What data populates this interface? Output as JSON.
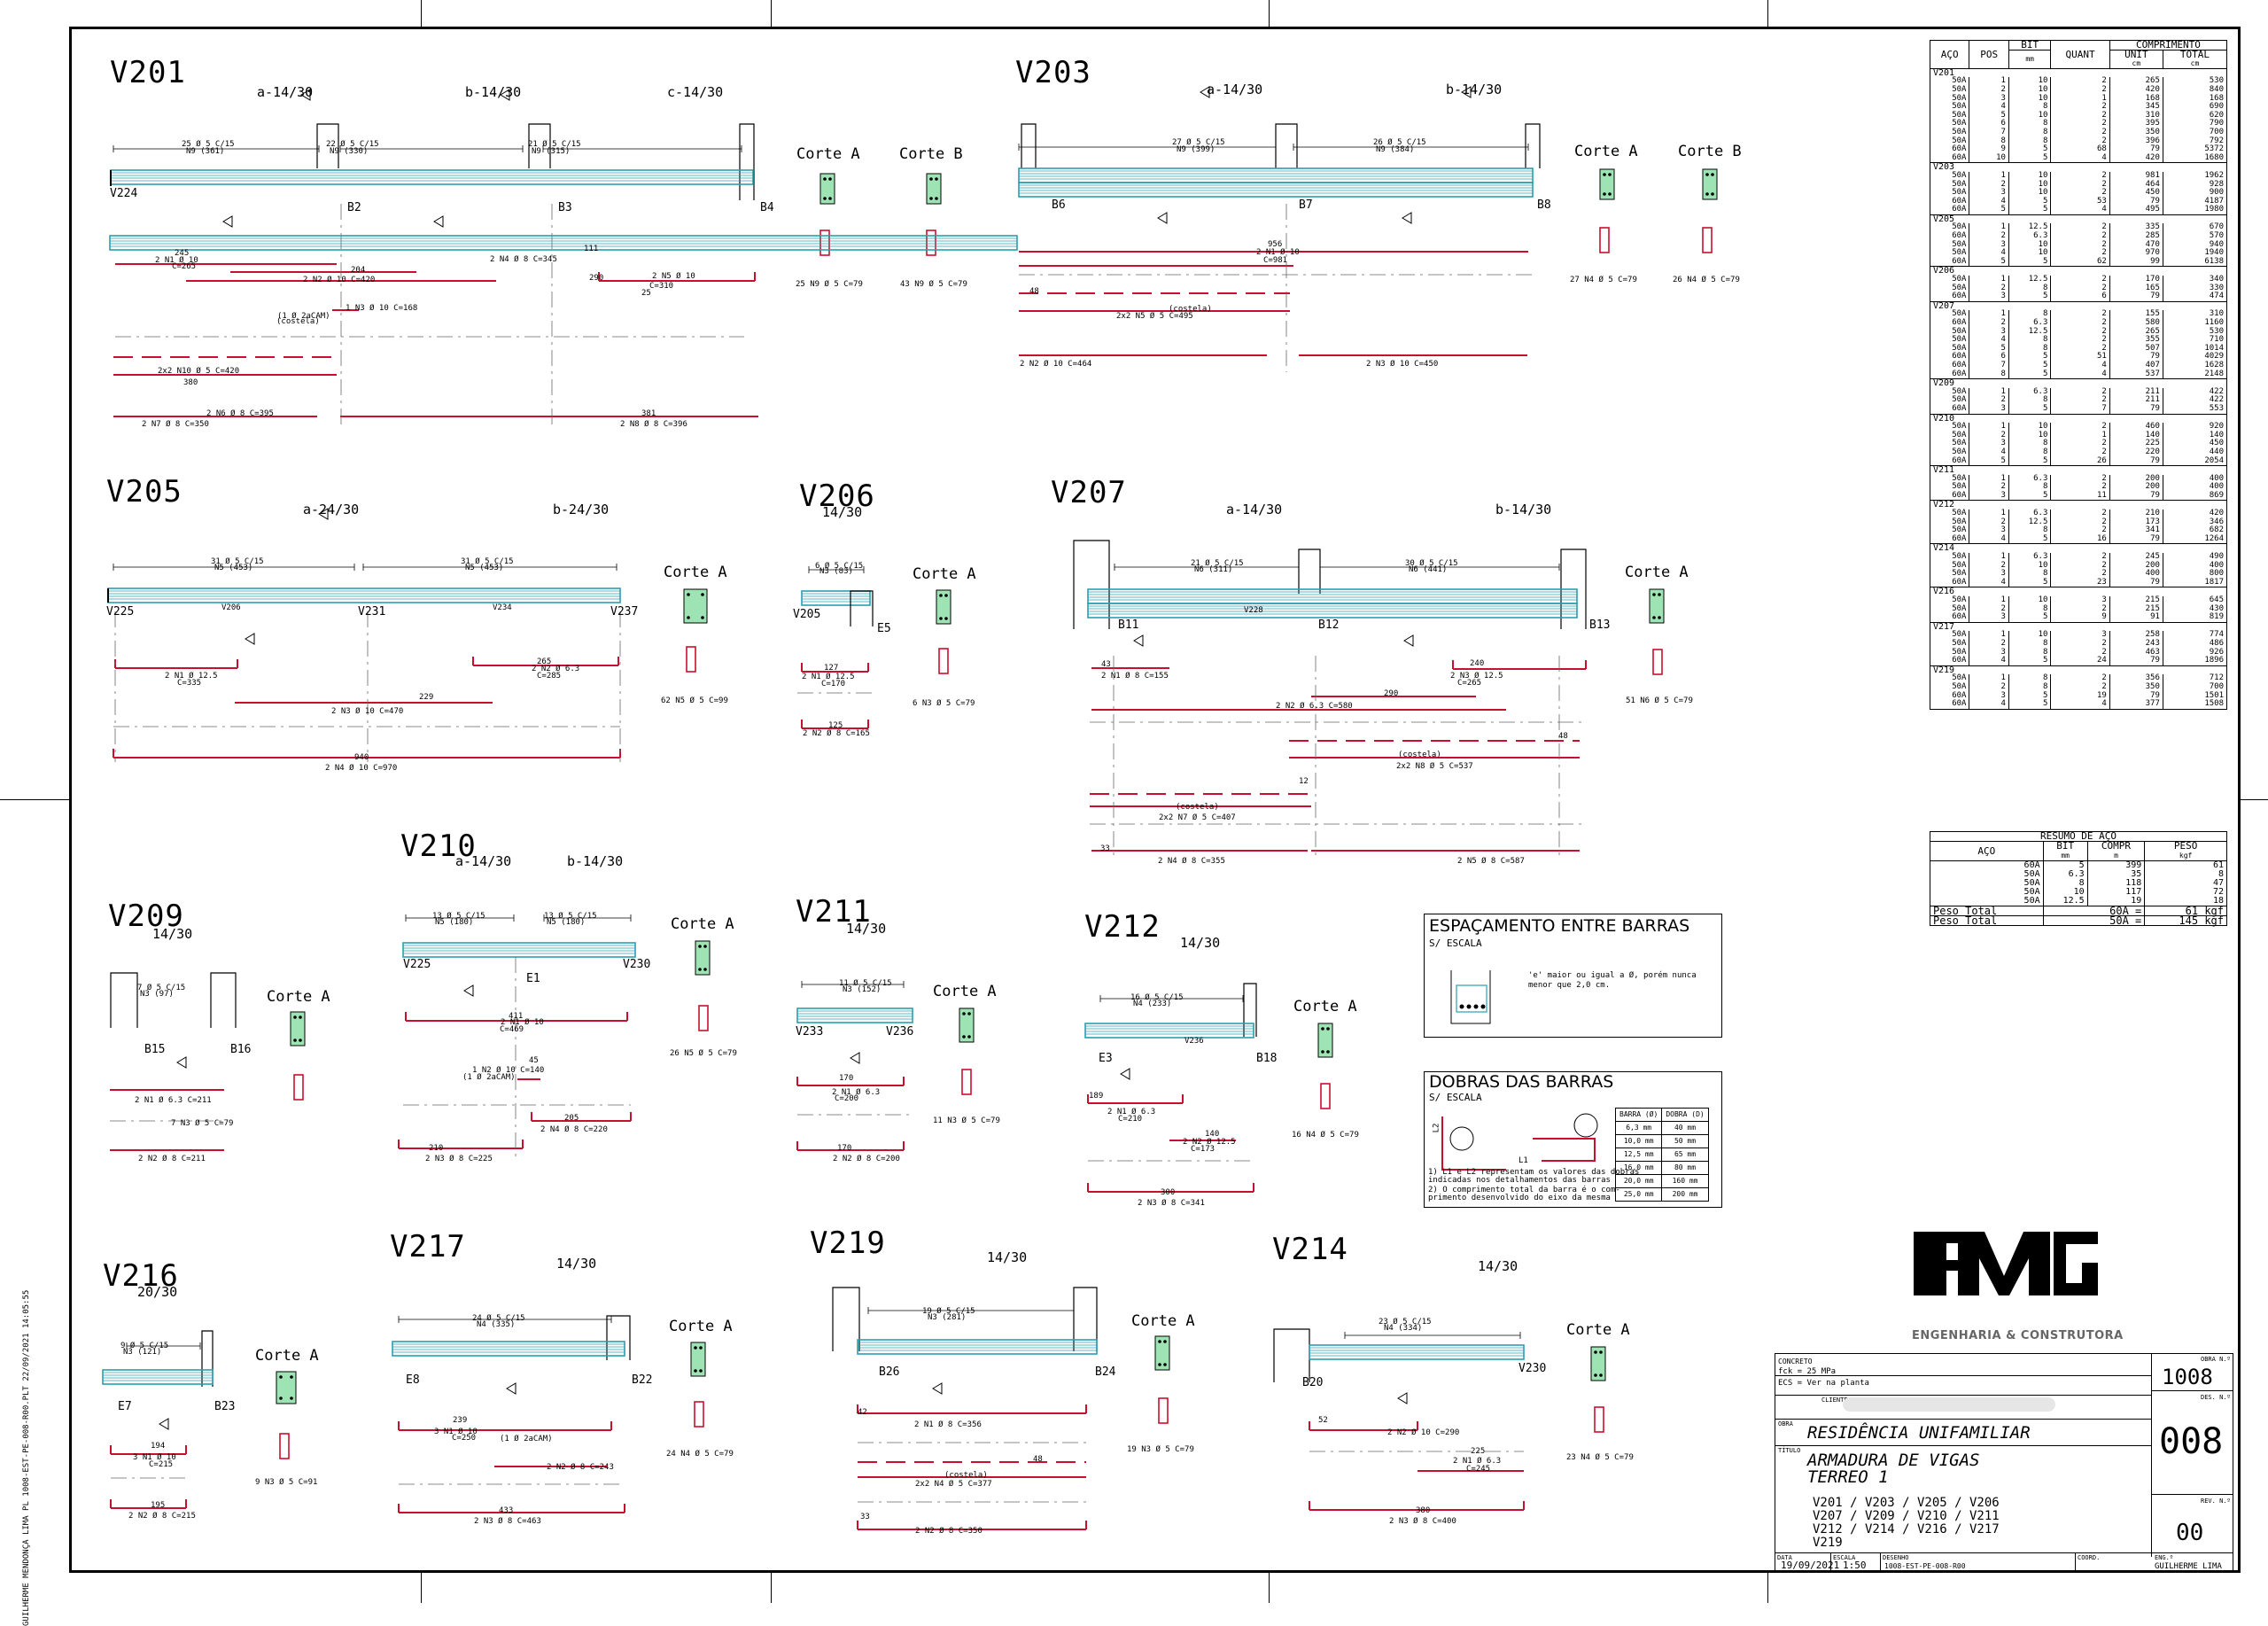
{
  "side_text": "GUILHERME MENDONÇA LIMA PL 1008-EST-PE-008-R00.PLT 22/09/2021 14:05:55",
  "beams": [
    {
      "id": "V201",
      "label": "V201"
    },
    {
      "id": "V203",
      "label": "V203"
    },
    {
      "id": "V205",
      "label": "V205"
    },
    {
      "id": "V206",
      "label": "V206"
    },
    {
      "id": "V207",
      "label": "V207"
    },
    {
      "id": "V209",
      "label": "V209"
    },
    {
      "id": "V210",
      "label": "V210"
    },
    {
      "id": "V211",
      "label": "V211"
    },
    {
      "id": "V212",
      "label": "V212"
    },
    {
      "id": "V216",
      "label": "V216"
    },
    {
      "id": "V217",
      "label": "V217"
    },
    {
      "id": "V219",
      "label": "V219"
    },
    {
      "id": "V214",
      "label": "V214"
    }
  ],
  "sections": {
    "v201": [
      "a-14/30",
      "b-14/30",
      "c-14/30"
    ],
    "v203": [
      "a-14/30",
      "b-14/30"
    ],
    "v205": [
      "a-24/30",
      "b-24/30"
    ],
    "v206": [
      "14/30"
    ],
    "v207": [
      "a-14/30",
      "b-14/30"
    ],
    "v209": [
      "14/30"
    ],
    "v210": [
      "a-14/30",
      "b-14/30"
    ],
    "v211": [
      "14/30"
    ],
    "v212": [
      "14/30"
    ],
    "v216": [
      "20/30"
    ],
    "v217": [
      "14/30"
    ],
    "v219": [
      "14/30"
    ],
    "v214": [
      "14/30"
    ]
  },
  "corte": {
    "a": "Corte A",
    "b": "Corte B"
  },
  "supports": {
    "v201": [
      "V224",
      "B2",
      "B3",
      "B4"
    ],
    "v203": [
      "B6",
      "B7",
      "B8"
    ],
    "v205": [
      "V225",
      "V206",
      "V231",
      "V234",
      "V237"
    ],
    "v206": [
      "V205",
      "E5"
    ],
    "v207": [
      "B11",
      "V228",
      "B12",
      "B13"
    ],
    "v209": [
      "B15",
      "B16"
    ],
    "v210": [
      "V225",
      "E1",
      "V230"
    ],
    "v211": [
      "V233",
      "V236"
    ],
    "v212": [
      "E3",
      "V236",
      "B18"
    ],
    "v216": [
      "E7",
      "B23"
    ],
    "v217": [
      "E8",
      "B22"
    ],
    "v219": [
      "B26",
      "B24"
    ],
    "v214": [
      "B20",
      "V230"
    ]
  },
  "bar_notes": {
    "v201": [
      "25 Ø 5 C/15",
      "N9 (361)",
      "22 Ø 5 C/15",
      "N9 (330)",
      "21 Ø 5 C/15",
      "N9 (315)",
      "245",
      "2 N1 Ø 10",
      "C=265",
      "2 N2 Ø 10 C=420",
      "204",
      "2 N4 Ø 8 C=345",
      "111",
      "290",
      "2 N5 Ø 10",
      "C=310",
      "25",
      "1 N3 Ø 10 C=168",
      "(1 Ø 2aCAM)",
      "(costela)",
      "2x2 N10 Ø 5 C=420",
      "380",
      "2 N6 Ø 8 C=395",
      "2 N7 Ø 8 C=350",
      "381",
      "2 N8 Ø 8 C=396",
      "25 N9 Ø 5 C=79",
      "43 N9 Ø 5 C=79"
    ],
    "v203": [
      "27 Ø 5 C/15",
      "N9 (399)",
      "26 Ø 5 C/15",
      "N9 (384)",
      "956",
      "2 N1 Ø 10",
      "C=981",
      "48",
      "(costela)",
      "2x2 N5 Ø 5 C=495",
      "2 N2 Ø 10 C=464",
      "2 N3 Ø 10 C=450",
      "27 N4 Ø 5 C=79",
      "26 N4 Ø 5 C=79"
    ],
    "v205": [
      "31 Ø 5 C/15",
      "N5 (453)",
      "31 Ø 5 C/15",
      "N5 (453)",
      "2 N1 Ø 12.5",
      "C=335",
      "265",
      "2 N2 Ø 6.3",
      "C=285",
      "229",
      "2 N3 Ø 10 C=470",
      "940",
      "2 N4 Ø 10 C=970",
      "62 N5 Ø 5 C=99"
    ],
    "v206": [
      "6 Ø 5 C/15",
      "N3 (83)",
      "127",
      "2 N1 Ø 12.5",
      "C=170",
      "125",
      "2 N2 Ø 8 C=165",
      "6 N3 Ø 5 C=79"
    ],
    "v207": [
      "21 Ø 5 C/15",
      "N6 (311)",
      "30 Ø 5 C/15",
      "N6 (441)",
      "43",
      "2 N1 Ø 8 C=155",
      "240",
      "2 N3 Ø 12.5",
      "C=265",
      "290",
      "2 N2 Ø 6.3 C=580",
      "48",
      "(costela)",
      "2x2 N8 Ø 5 C=537",
      "12",
      "(costela)",
      "2x2 N7 Ø 5 C=407",
      "33",
      "2 N4 Ø 8 C=355",
      "2 N5 Ø 8 C=587",
      "51 N6 Ø 5 C=79"
    ],
    "v209": [
      "7 Ø 5 C/15",
      "N3 (97)",
      "2 N1 Ø 6.3 C=211",
      "2 N2 Ø 8 C=211",
      "7 N3 Ø 5 C=79"
    ],
    "v210": [
      "13 Ø 5 C/15",
      "N5 (180)",
      "13 Ø 5 C/15",
      "N5 (180)",
      "411",
      "2 N1 Ø 10",
      "C=469",
      "45",
      "1 N2 Ø 10 C=140",
      "(1 Ø 2aCAM)",
      "205",
      "2 N4 Ø 8 C=220",
      "210",
      "2 N3 Ø 8 C=225",
      "26 N5 Ø 5 C=79"
    ],
    "v211": [
      "11 Ø 5 C/15",
      "N3 (152)",
      "170",
      "2 N1 Ø 6.3",
      "C=200",
      "170",
      "2 N2 Ø 8 C=200",
      "11 N3 Ø 5 C=79"
    ],
    "v212": [
      "16 Ø 5 C/15",
      "N4 (233)",
      "189",
      "2 N1 Ø 6.3",
      "C=210",
      "140",
      "2 N2 Ø 12.5",
      "C=173",
      "300",
      "2 N3 Ø 8 C=341",
      "16 N4 Ø 5 C=79"
    ],
    "v216": [
      "9 Ø 5 C/15",
      "N3 (121)",
      "194",
      "3 N1 Ø 10",
      "C=215",
      "195",
      "2 N2 Ø 8 C=215",
      "9 N3 Ø 5 C=91"
    ],
    "v217": [
      "24 Ø 5 C/15",
      "N4 (335)",
      "239",
      "3 N1 Ø 10",
      "C=250",
      "(1 Ø 2aCAM)",
      "2 N2 Ø 8 C=243",
      "433",
      "2 N3 Ø 8 C=463",
      "24 N4 Ø 5 C=79"
    ],
    "v219": [
      "19 Ø 5 C/15",
      "N3 (281)",
      "42",
      "2 N1 Ø 8 C=356",
      "48",
      "(costela)",
      "2x2 N4 Ø 5 C=377",
      "33",
      "2 N2 Ø 8 C=350",
      "19 N3 Ø 5 C=79"
    ],
    "v214": [
      "23 Ø 5 C/15",
      "N4 (334)",
      "52",
      "2 N2 Ø 10 C=290",
      "225",
      "2 N1 Ø 6.3",
      "C=245",
      "380",
      "2 N3 Ø 8 C=400",
      "23 N4 Ø 5 C=79"
    ]
  },
  "steel_table": {
    "headers": [
      "AÇO",
      "POS",
      "BIT",
      "QUANT",
      "COMPRIMENTO",
      "UNIT",
      "TOTAL"
    ],
    "units": [
      "mm",
      "cm",
      "cm"
    ],
    "groups": [
      {
        "beam": "V201",
        "rows": [
          [
            "50A",
            "1",
            "10",
            "2",
            "265",
            "530"
          ],
          [
            "50A",
            "2",
            "10",
            "2",
            "420",
            "840"
          ],
          [
            "50A",
            "3",
            "10",
            "1",
            "168",
            "168"
          ],
          [
            "50A",
            "4",
            "8",
            "2",
            "345",
            "690"
          ],
          [
            "50A",
            "5",
            "10",
            "2",
            "310",
            "620"
          ],
          [
            "50A",
            "6",
            "8",
            "2",
            "395",
            "790"
          ],
          [
            "50A",
            "7",
            "8",
            "2",
            "350",
            "700"
          ],
          [
            "50A",
            "8",
            "8",
            "2",
            "396",
            "792"
          ],
          [
            "60A",
            "9",
            "5",
            "68",
            "79",
            "5372"
          ],
          [
            "60A",
            "10",
            "5",
            "4",
            "420",
            "1680"
          ]
        ]
      },
      {
        "beam": "V203",
        "rows": [
          [
            "50A",
            "1",
            "10",
            "2",
            "981",
            "1962"
          ],
          [
            "50A",
            "2",
            "10",
            "2",
            "464",
            "928"
          ],
          [
            "50A",
            "3",
            "10",
            "2",
            "450",
            "900"
          ],
          [
            "60A",
            "4",
            "5",
            "53",
            "79",
            "4187"
          ],
          [
            "60A",
            "5",
            "5",
            "4",
            "495",
            "1980"
          ]
        ]
      },
      {
        "beam": "V205",
        "rows": [
          [
            "50A",
            "1",
            "12.5",
            "2",
            "335",
            "670"
          ],
          [
            "60A",
            "2",
            "6.3",
            "2",
            "285",
            "570"
          ],
          [
            "50A",
            "3",
            "10",
            "2",
            "470",
            "940"
          ],
          [
            "50A",
            "4",
            "10",
            "2",
            "970",
            "1940"
          ],
          [
            "60A",
            "5",
            "5",
            "62",
            "99",
            "6138"
          ]
        ]
      },
      {
        "beam": "V206",
        "rows": [
          [
            "50A",
            "1",
            "12.5",
            "2",
            "170",
            "340"
          ],
          [
            "50A",
            "2",
            "8",
            "2",
            "165",
            "330"
          ],
          [
            "60A",
            "3",
            "5",
            "6",
            "79",
            "474"
          ]
        ]
      },
      {
        "beam": "V207",
        "rows": [
          [
            "50A",
            "1",
            "8",
            "2",
            "155",
            "310"
          ],
          [
            "60A",
            "2",
            "6.3",
            "2",
            "580",
            "1160"
          ],
          [
            "50A",
            "3",
            "12.5",
            "2",
            "265",
            "530"
          ],
          [
            "50A",
            "4",
            "8",
            "2",
            "355",
            "710"
          ],
          [
            "50A",
            "5",
            "8",
            "2",
            "507",
            "1014"
          ],
          [
            "60A",
            "6",
            "5",
            "51",
            "79",
            "4029"
          ],
          [
            "60A",
            "7",
            "5",
            "4",
            "407",
            "1628"
          ],
          [
            "60A",
            "8",
            "5",
            "4",
            "537",
            "2148"
          ]
        ]
      },
      {
        "beam": "V209",
        "rows": [
          [
            "50A",
            "1",
            "6.3",
            "2",
            "211",
            "422"
          ],
          [
            "50A",
            "2",
            "8",
            "2",
            "211",
            "422"
          ],
          [
            "60A",
            "3",
            "5",
            "7",
            "79",
            "553"
          ]
        ]
      },
      {
        "beam": "V210",
        "rows": [
          [
            "50A",
            "1",
            "10",
            "2",
            "460",
            "920"
          ],
          [
            "50A",
            "2",
            "10",
            "1",
            "140",
            "140"
          ],
          [
            "50A",
            "3",
            "8",
            "2",
            "225",
            "450"
          ],
          [
            "50A",
            "4",
            "8",
            "2",
            "220",
            "440"
          ],
          [
            "60A",
            "5",
            "5",
            "26",
            "79",
            "2054"
          ]
        ]
      },
      {
        "beam": "V211",
        "rows": [
          [
            "50A",
            "1",
            "6.3",
            "2",
            "200",
            "400"
          ],
          [
            "50A",
            "2",
            "8",
            "2",
            "200",
            "400"
          ],
          [
            "60A",
            "3",
            "5",
            "11",
            "79",
            "869"
          ]
        ]
      },
      {
        "beam": "V212",
        "rows": [
          [
            "50A",
            "1",
            "6.3",
            "2",
            "210",
            "420"
          ],
          [
            "50A",
            "2",
            "12.5",
            "2",
            "173",
            "346"
          ],
          [
            "50A",
            "3",
            "8",
            "2",
            "341",
            "682"
          ],
          [
            "60A",
            "4",
            "5",
            "16",
            "79",
            "1264"
          ]
        ]
      },
      {
        "beam": "V214",
        "rows": [
          [
            "50A",
            "1",
            "6.3",
            "2",
            "245",
            "490"
          ],
          [
            "50A",
            "2",
            "10",
            "2",
            "200",
            "400"
          ],
          [
            "50A",
            "3",
            "8",
            "2",
            "400",
            "800"
          ],
          [
            "60A",
            "4",
            "5",
            "23",
            "79",
            "1817"
          ]
        ]
      },
      {
        "beam": "V216",
        "rows": [
          [
            "50A",
            "1",
            "10",
            "3",
            "215",
            "645"
          ],
          [
            "50A",
            "2",
            "8",
            "2",
            "215",
            "430"
          ],
          [
            "60A",
            "3",
            "5",
            "9",
            "91",
            "819"
          ]
        ]
      },
      {
        "beam": "V217",
        "rows": [
          [
            "50A",
            "1",
            "10",
            "3",
            "258",
            "774"
          ],
          [
            "50A",
            "2",
            "8",
            "2",
            "243",
            "486"
          ],
          [
            "50A",
            "3",
            "8",
            "2",
            "463",
            "926"
          ],
          [
            "60A",
            "4",
            "5",
            "24",
            "79",
            "1896"
          ]
        ]
      },
      {
        "beam": "V219",
        "rows": [
          [
            "50A",
            "1",
            "8",
            "2",
            "356",
            "712"
          ],
          [
            "50A",
            "2",
            "8",
            "2",
            "350",
            "700"
          ],
          [
            "60A",
            "3",
            "5",
            "19",
            "79",
            "1501"
          ],
          [
            "60A",
            "4",
            "5",
            "4",
            "377",
            "1508"
          ]
        ]
      }
    ]
  },
  "resumo": {
    "title": "RESUMO DE AÇO",
    "headers": [
      "AÇO",
      "BIT",
      "COMPR",
      "PESO"
    ],
    "units": [
      "mm",
      "m",
      "kgf"
    ],
    "rows": [
      [
        "60A",
        "5",
        "399",
        "61"
      ],
      [
        "50A",
        "6.3",
        "35",
        "8"
      ],
      [
        "50A",
        "8",
        "118",
        "47"
      ],
      [
        "50A",
        "10",
        "117",
        "72"
      ],
      [
        "50A",
        "12.5",
        "19",
        "18"
      ]
    ],
    "totals": [
      {
        "label": "Peso Total",
        "steel": "60A =",
        "value": "61 kgf"
      },
      {
        "label": "Peso Total",
        "steel": "50A =",
        "value": "145 kgf"
      }
    ]
  },
  "espacamento": {
    "title": "ESPAÇAMENTO ENTRE BARRAS",
    "sub": "S/ ESCALA",
    "note1": "'e' maior ou igual a Ø, porém nunca",
    "note2": "menor que 2,0 cm."
  },
  "dobras": {
    "title": "DOBRAS DAS BARRAS",
    "sub": "S/ ESCALA",
    "headers": [
      "BARRA (Ø)",
      "DOBRA (D)"
    ],
    "rows": [
      [
        "6,3 mm",
        "40 mm"
      ],
      [
        "10,0 mm",
        "50 mm"
      ],
      [
        "12,5 mm",
        "65 mm"
      ],
      [
        "16,0 mm",
        "80 mm"
      ],
      [
        "20,0 mm",
        "160 mm"
      ],
      [
        "25,0 mm",
        "200 mm"
      ]
    ],
    "notes": [
      "1) L1 e L2 representam os valores das dobras",
      "   indicadas nos detalhamentos das barras",
      "2) O comprimento total da barra é o com-",
      "   primento desenvolvido do eixo da mesma"
    ],
    "l1": "L1",
    "l2": "L2"
  },
  "company": {
    "name": "ENGENHARIA & CONSTRUTORA"
  },
  "title_block": {
    "concreto_label": "CONCRETO",
    "fck": "fck = 25 MPa",
    "ecs": "ECS = Ver na planta",
    "cliente_label": "CLIENTE",
    "obra_label": "OBRA",
    "obra": "RESIDÊNCIA UNIFAMILIAR",
    "titulo_label": "TÍTULO",
    "titulo1": "ARMADURA DE VIGAS",
    "titulo2": "TERREO 1",
    "lista": [
      "V201 / V203 / V205 / V206",
      "V207 / V209 / V210 / V211",
      "V212 / V214 / V216 / V217",
      "V219"
    ],
    "obra_n_label": "OBRA N.º",
    "obra_n": "1008",
    "des_n_label": "DES. N.º",
    "des_n": "008",
    "rev_n_label": "REV. N.º",
    "rev_n": "00",
    "data_label": "DATA",
    "data": "19/09/2021",
    "escala_label": "ESCALA",
    "escala": "1:50",
    "desenho_label": "DESENHO",
    "desenho": "1008-EST-PE-008-R00",
    "coord_label": "COORD.",
    "eng_label": "ENG.º",
    "eng": "GUILHERME LIMA"
  },
  "colors": {
    "rebar": "#c8102e",
    "concrete": "#2a9fb0",
    "stirrup": "#2a9fb0",
    "section_fill": "#9ee3b3"
  }
}
